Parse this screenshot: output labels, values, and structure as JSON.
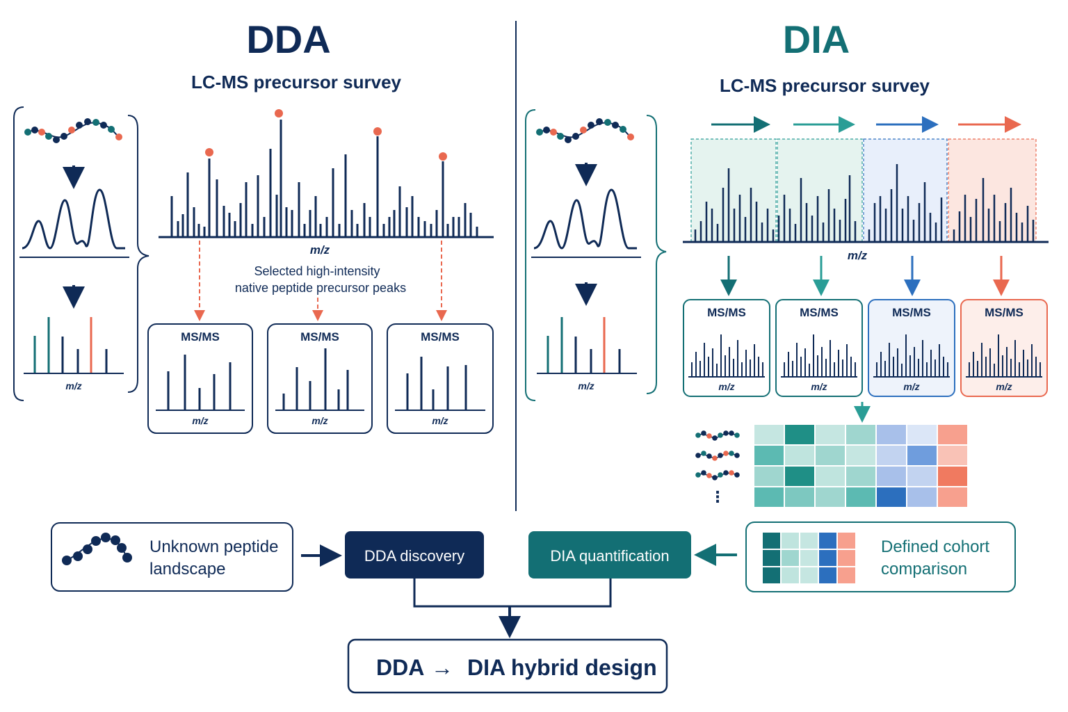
{
  "colors": {
    "navy": "#0f2a56",
    "teal": "#136f74",
    "teal_light": "#2a9d96",
    "blue": "#2c6fbe",
    "coral": "#e9684f"
  },
  "dda": {
    "title": "DDA",
    "survey_label": "LC-MS precursor survey",
    "axis_label": "m/z",
    "selection_note_line1": "Selected high-intensity",
    "selection_note_line2": "native peptide precursor peaks",
    "msms_label": "MS/MS",
    "workflow_axis_label": "m/z"
  },
  "dia": {
    "title": "DIA",
    "survey_label": "LC-MS precursor survey",
    "axis_label": "m/z",
    "msms_label": "MS/MS",
    "workflow_axis_label": "m/z",
    "ellipsis": "⋮"
  },
  "bottom": {
    "unknown_line1": "Unknown peptide",
    "unknown_line2": "landscape",
    "dda_discovery": "DDA discovery",
    "dia_quantification": "DIA quantification",
    "cohort_line1": "Defined cohort",
    "cohort_line2": "comparison",
    "hybrid_left": "DDA",
    "hybrid_arrow": "→",
    "hybrid_right": "DIA hybrid design"
  }
}
